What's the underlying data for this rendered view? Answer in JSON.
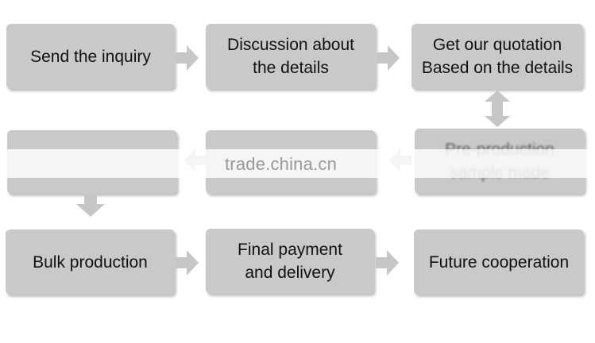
{
  "steps": {
    "send_inquiry": "Send the inquiry",
    "discussion": "Discussion about\nthe details",
    "quotation": "Get our quotation\nBased on the details",
    "pre_production": "Pre-production\nsample made",
    "bulk": "Bulk production",
    "final_payment": "Final payment\nand delivery",
    "future": "Future cooperation"
  },
  "watermark": "trade.china.cn",
  "colors": {
    "box": "#c9c9c9",
    "arrow": "#c6c6c6",
    "text": "#111111"
  }
}
